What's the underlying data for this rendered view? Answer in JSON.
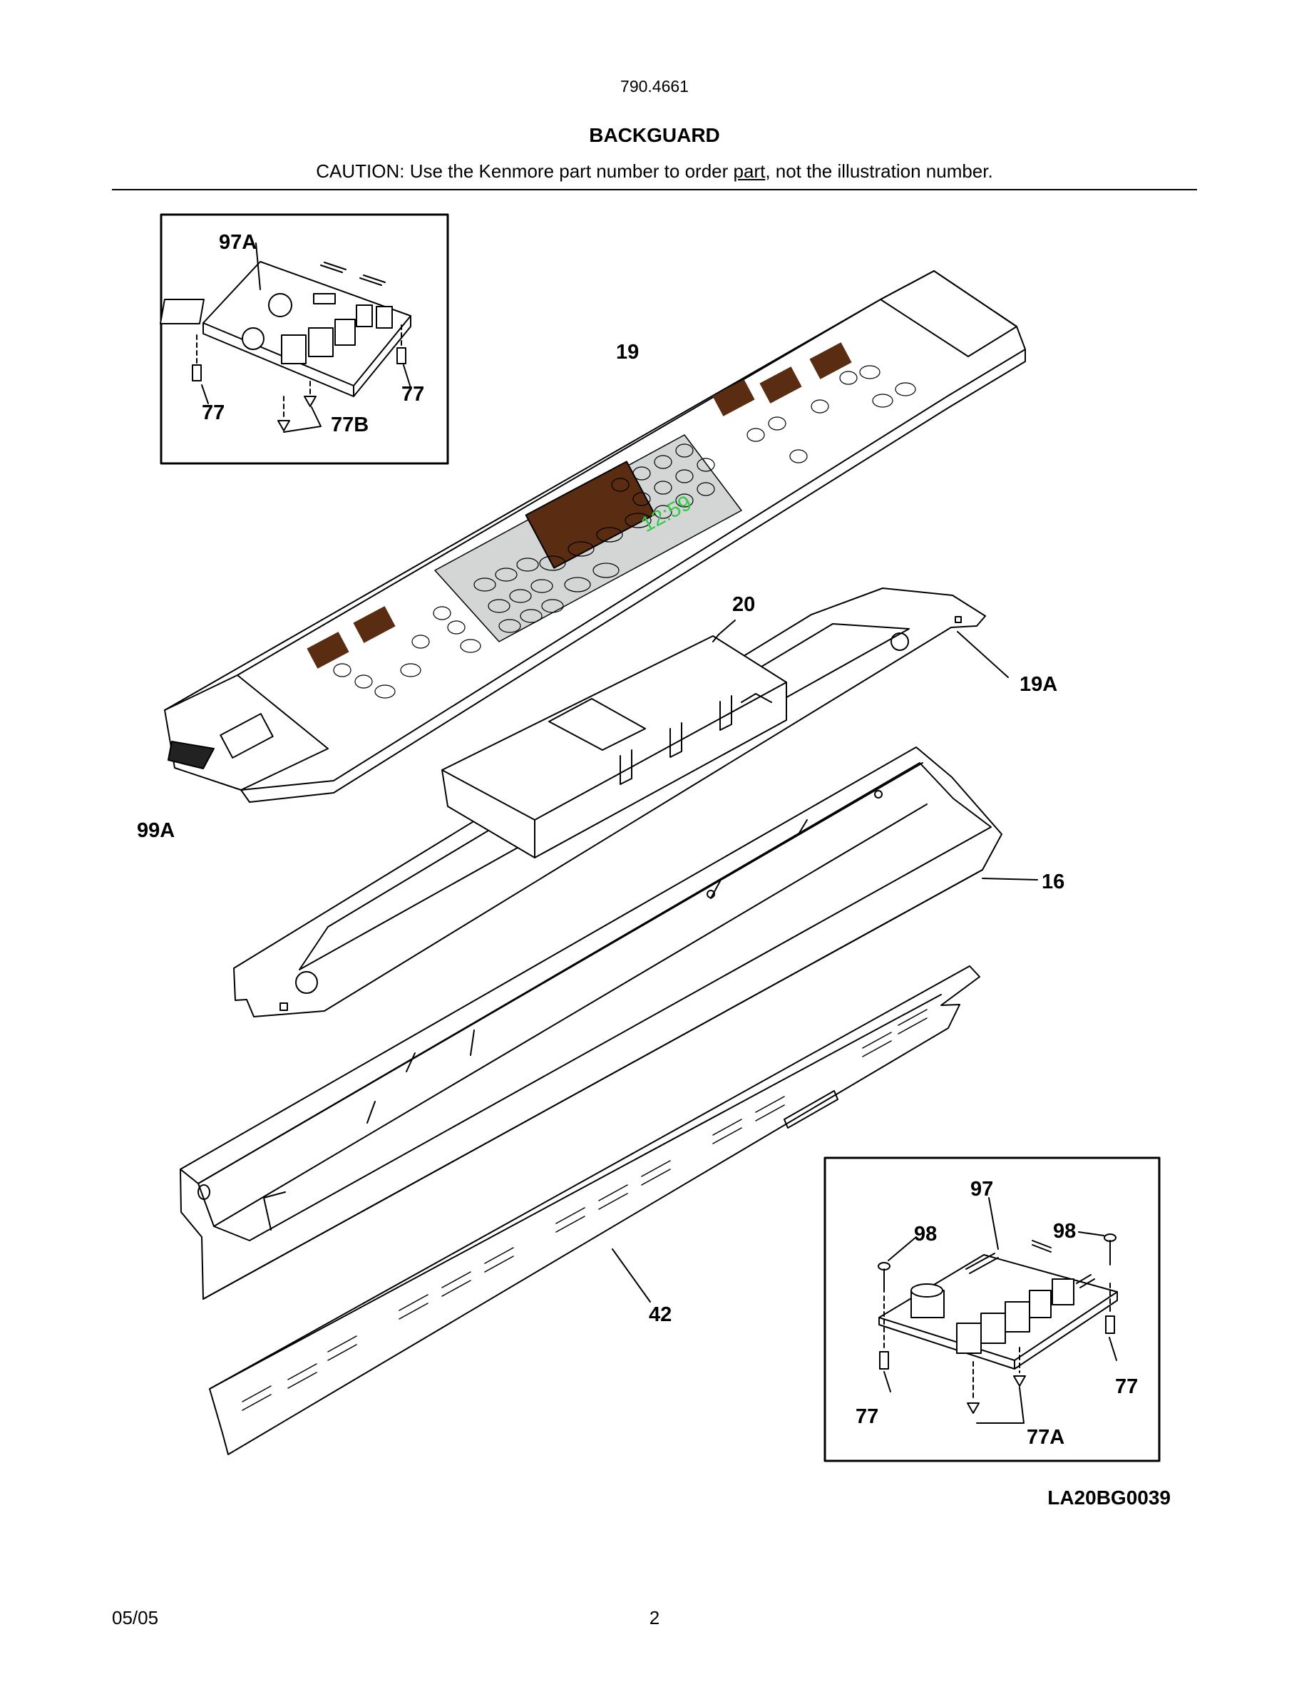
{
  "header": {
    "model_number": "790.4661",
    "section_title": "BACKGUARD",
    "caution_before": "CAUTION: Use the Kenmore part number to order ",
    "caution_underlined": "part",
    "caution_after": ", not the illustration number."
  },
  "callouts": {
    "c97A": "97A",
    "c77_tl_left": "77",
    "c77_tl_right": "77",
    "c77B": "77B",
    "c19": "19",
    "c20": "20",
    "c19A": "19A",
    "c99A": "99A",
    "c16": "16",
    "c42": "42",
    "c97": "97",
    "c98_left": "98",
    "c98_right": "98",
    "c77_br_left": "77",
    "c77_br_right": "77",
    "c77A": "77A"
  },
  "display": {
    "clock": "12:59"
  },
  "footer": {
    "drawing_code": "LA20BG0039",
    "date": "05/05",
    "page_number": "2"
  },
  "colors": {
    "line": "#000000",
    "display_window": "#5a2c12",
    "display_digits": "#35c94a",
    "keypad_panel": "#d4d6d6"
  }
}
